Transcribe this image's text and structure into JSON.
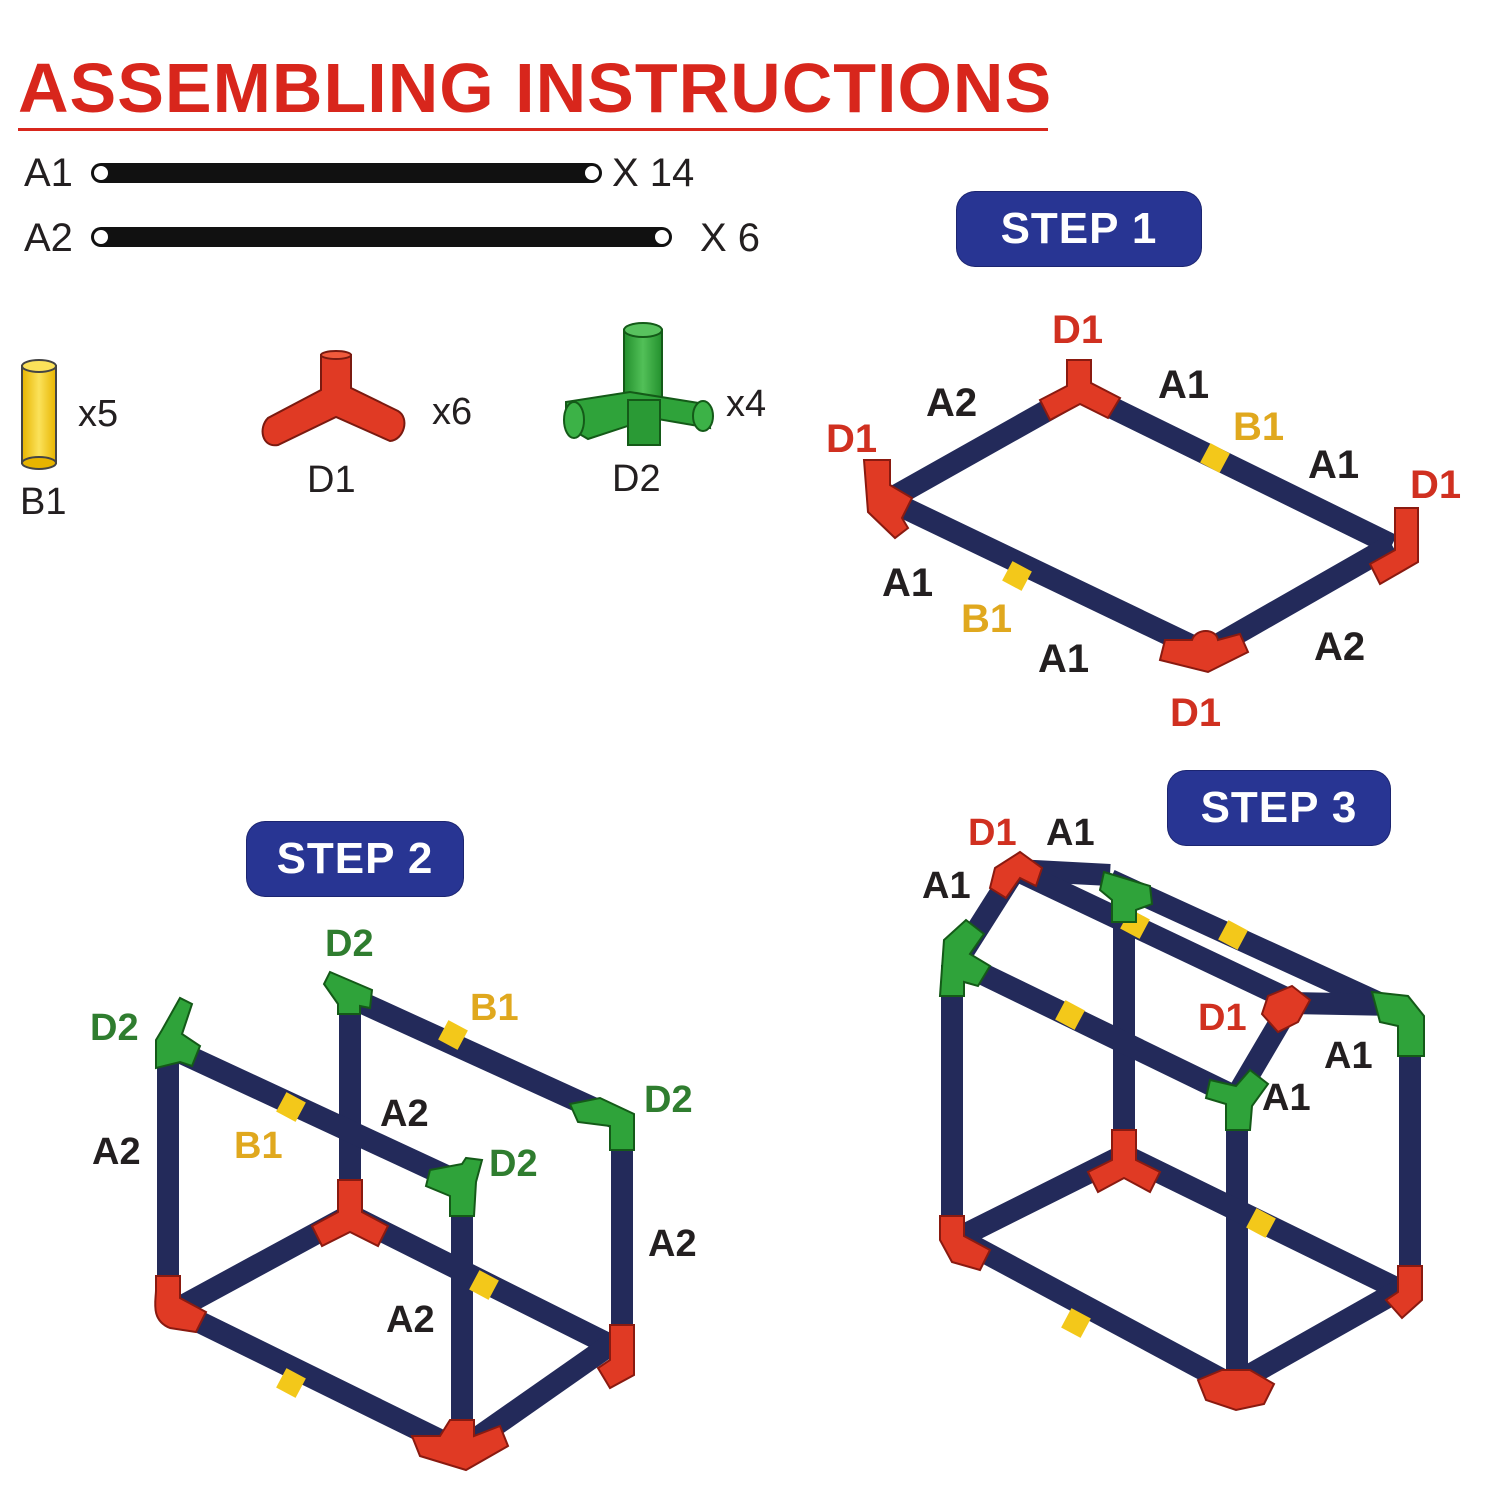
{
  "title": "ASSEMBLING INSTRUCTIONS",
  "colors": {
    "title": "#d8261c",
    "tube": "#232a5a",
    "connector_d1": "#e03a24",
    "connector_d2": "#2fa33a",
    "connector_b1": "#f3c81a",
    "badge": "#283593",
    "label_red": "#d03020",
    "label_green": "#2f7d2f",
    "label_gold": "#e0a81e",
    "label_dark": "#231f20"
  },
  "parts": {
    "rods": [
      {
        "code": "A1",
        "quantity": "X 14"
      },
      {
        "code": "A2",
        "quantity": "X 6"
      }
    ],
    "connectors": [
      {
        "code": "B1",
        "quantity": "x5",
        "icon": "straight-connector-icon"
      },
      {
        "code": "D1",
        "quantity": "x6",
        "icon": "three-way-elbow-icon"
      },
      {
        "code": "D2",
        "quantity": "x4",
        "icon": "four-way-connector-icon"
      }
    ]
  },
  "steps": [
    {
      "label": "STEP 1",
      "labels": [
        "D1",
        "A2",
        "A1",
        "B1",
        "A1",
        "D1",
        "D1",
        "A1",
        "B1",
        "A1",
        "A2",
        "D1"
      ]
    },
    {
      "label": "STEP 2",
      "labels": [
        "D2",
        "D2",
        "B1",
        "D2",
        "A2",
        "A2",
        "B1",
        "D2",
        "A2",
        "A2"
      ]
    },
    {
      "label": "STEP 3",
      "labels": [
        "D1",
        "A1",
        "A1",
        "D1",
        "A1",
        "A1"
      ]
    }
  ]
}
